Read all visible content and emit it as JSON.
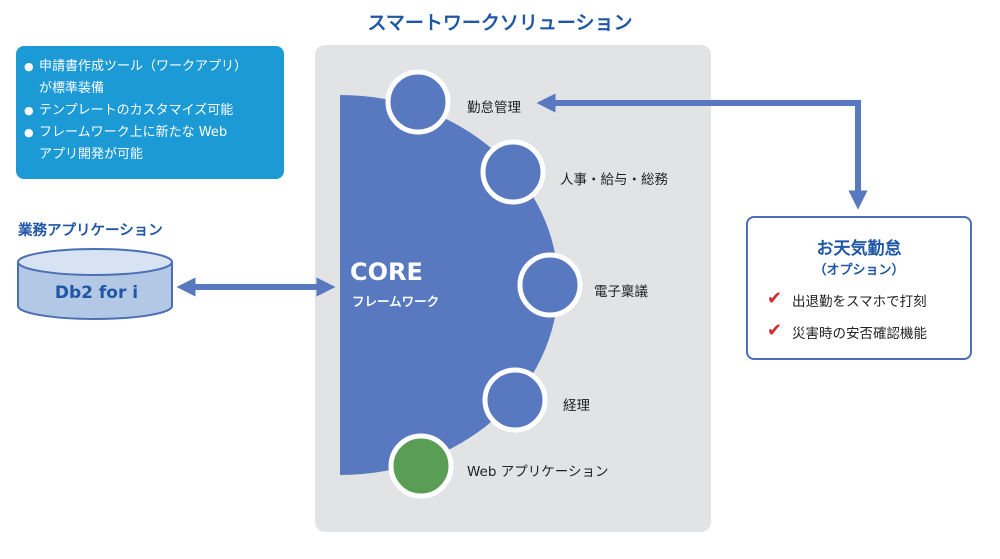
{
  "title": "スマートワークソリューション",
  "features": [
    "申請書作成ツール（ワークアプリ）",
    "が標準装備",
    "テンプレートのカスタマイズ可能",
    "フレームワーク上に新たな Web",
    "アプリ開発が可能"
  ],
  "business_apps_label": "業務アプリケーション",
  "database_label": "Db2 for i",
  "core": {
    "title": "CORE",
    "subtitle": "フレームワーク"
  },
  "modules": [
    "勤怠管理",
    "人事・給与・総務",
    "電子稟議",
    "経理",
    "Web アプリケーション"
  ],
  "option": {
    "title": "お天気勤怠",
    "subtitle": "（オプション）",
    "items": [
      "出退勤をスマホで打刻",
      "災害時の安否確認機能"
    ]
  },
  "colors": {
    "core_blue": "#5878bf",
    "panel_gray": "#e2e3e5",
    "feature_blue": "#1c9ad6",
    "title_blue": "#1f57a6",
    "web_green": "#5a9e56",
    "check_red": "#d7262e"
  }
}
